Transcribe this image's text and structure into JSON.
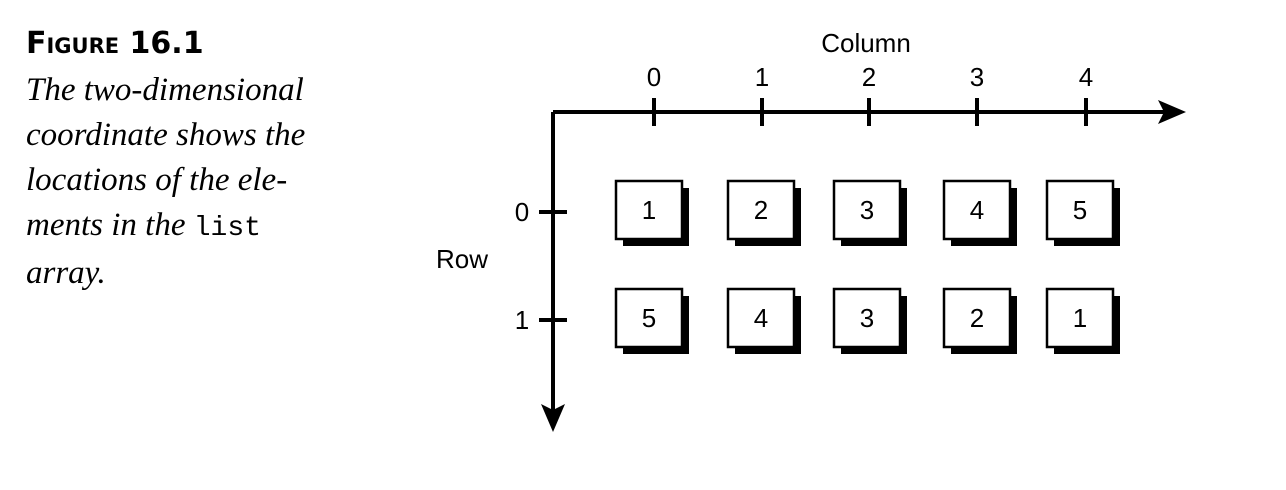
{
  "caption": {
    "label": "Figure 16.1",
    "text_lines": [
      "The two-dimensional",
      "coordinate shows the",
      "locations of the ele-",
      "ments in the "
    ],
    "code_word": "list",
    "last_line": "array."
  },
  "diagram": {
    "column_axis_label": "Column",
    "row_axis_label": "Row",
    "column_indices": [
      "0",
      "1",
      "2",
      "3",
      "4"
    ],
    "row_indices": [
      "0",
      "1"
    ],
    "grid": [
      [
        "1",
        "2",
        "3",
        "4",
        "5"
      ],
      [
        "5",
        "4",
        "3",
        "2",
        "1"
      ]
    ]
  }
}
